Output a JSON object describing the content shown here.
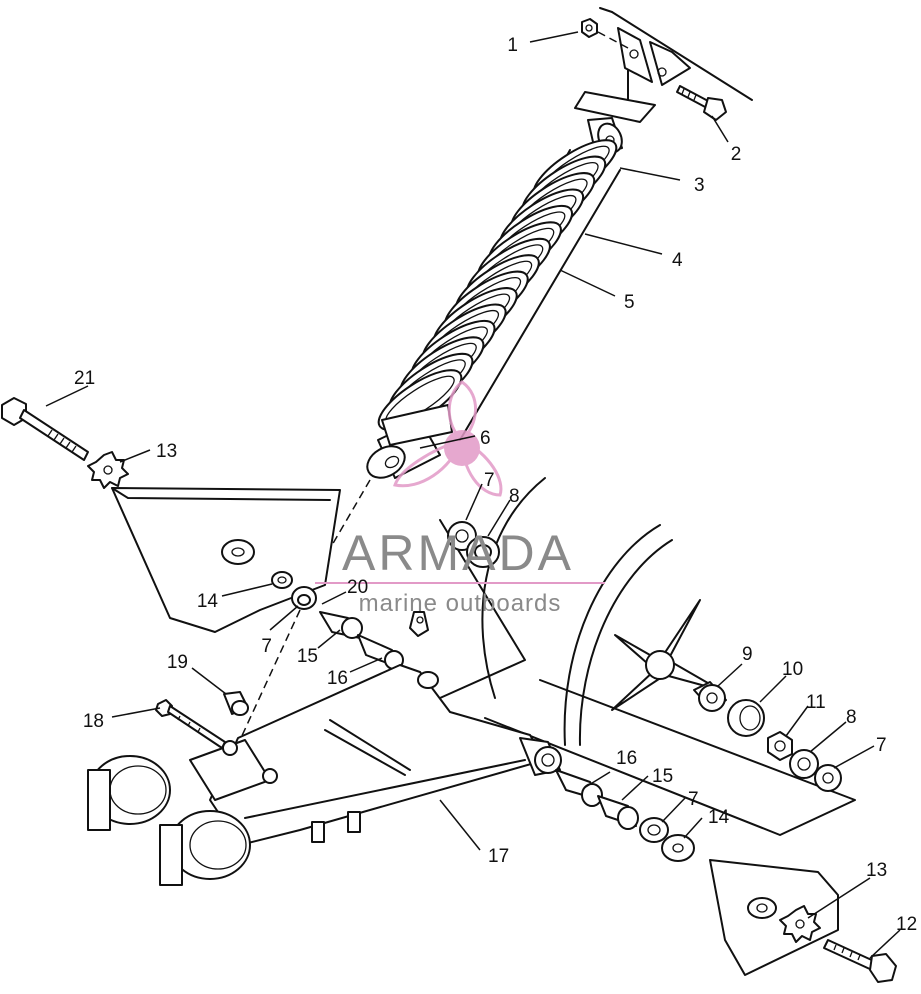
{
  "callouts": [
    {
      "id": "c1",
      "label": "1"
    },
    {
      "id": "c2",
      "label": "2"
    },
    {
      "id": "c3",
      "label": "3"
    },
    {
      "id": "c4",
      "label": "4"
    },
    {
      "id": "c5",
      "label": "5"
    },
    {
      "id": "c6",
      "label": "6"
    },
    {
      "id": "c7a",
      "label": "7"
    },
    {
      "id": "c8a",
      "label": "8"
    },
    {
      "id": "c7b",
      "label": "7"
    },
    {
      "id": "c9",
      "label": "9"
    },
    {
      "id": "c10",
      "label": "10"
    },
    {
      "id": "c11",
      "label": "11"
    },
    {
      "id": "c8b",
      "label": "8"
    },
    {
      "id": "c7c",
      "label": "7"
    },
    {
      "id": "c12",
      "label": "12"
    },
    {
      "id": "c13a",
      "label": "13"
    },
    {
      "id": "c13b",
      "label": "13"
    },
    {
      "id": "c14a",
      "label": "14"
    },
    {
      "id": "c14b",
      "label": "14"
    },
    {
      "id": "c15a",
      "label": "15"
    },
    {
      "id": "c15b",
      "label": "15"
    },
    {
      "id": "c16a",
      "label": "16"
    },
    {
      "id": "c16b",
      "label": "16"
    },
    {
      "id": "c17",
      "label": "17"
    },
    {
      "id": "c18",
      "label": "18"
    },
    {
      "id": "c19",
      "label": "19"
    },
    {
      "id": "c20",
      "label": "20"
    },
    {
      "id": "c21",
      "label": "21"
    },
    {
      "id": "c7d",
      "label": "7"
    }
  ],
  "watermark": {
    "brand": "ARMADA",
    "tagline": "marine outboards",
    "color": "#e29ac7"
  }
}
